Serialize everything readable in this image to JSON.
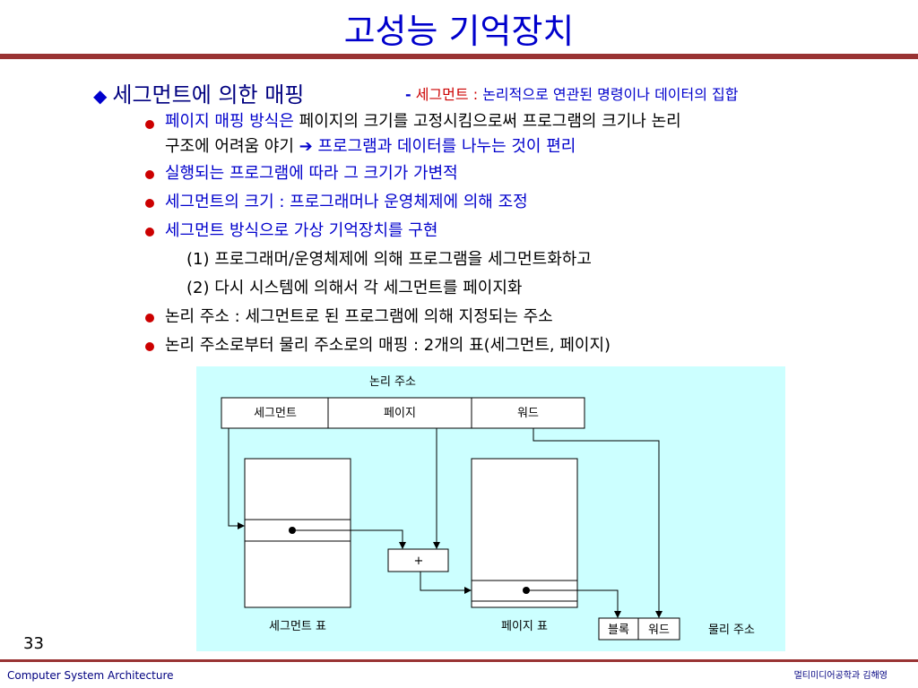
{
  "slide": {
    "title": "고성능 기억장치",
    "page_number": "33",
    "footer_left": "Computer System Architecture",
    "footer_right": "멀티미디어공학과 김해영"
  },
  "main_bullet": {
    "diamond": "◆",
    "text": "세그먼트에 의한 매핑",
    "note_dash": "-",
    "note_term": "세그먼트 :",
    "note_desc": "논리적으로 연관된 명령이나 데이터의 집합"
  },
  "items": [
    {
      "part1": "페이지 매핑 방식은",
      "part2": " 페이지의 크기를 고정시킴으로써  프로그램의 크기나 논리",
      "line2_a": "구조에 어려움 야기 ",
      "arrow": "➔",
      "line2_b": " 프로그램과 데이터를 나누는 것이 편리"
    },
    {
      "text": "실행되는 프로그램에 따라 그 크기가 가변적"
    },
    {
      "text": "세그먼트의 크기 : 프로그래머나 운영체제에 의해 조정"
    },
    {
      "text": "세그먼트 방식으로 가상 기억장치를 구현"
    },
    {
      "sub1": "(1) 프로그래머/운영체제에 의해 프로그램을 세그먼트화하고"
    },
    {
      "sub2": "(2) 다시 시스템에 의해서 각 세그먼트를 페이지화"
    },
    {
      "text": "논리 주소 : 세그먼트로 된 프로그램에 의해 지정되는 주소"
    },
    {
      "text": "논리 주소로부터 물리 주소로의 매핑 : 2개의 표(세그먼트, 페이지)"
    }
  ],
  "diagram": {
    "logical_address_label": "논리 주소",
    "fields": [
      "세그먼트",
      "페이지",
      "워드"
    ],
    "segment_table_label": "세그먼트 표",
    "page_table_label": "페이지 표",
    "adder_symbol": "+",
    "physical_fields": [
      "블록",
      "워드"
    ],
    "physical_address_label": "물리 주소"
  }
}
